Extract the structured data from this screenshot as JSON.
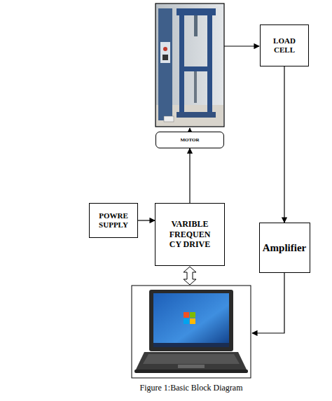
{
  "diagram": {
    "caption": "Figure 1:Basic Block Diagram",
    "nodes": [
      {
        "text": [
          "LOAD CELL"
        ]
      },
      {
        "text": [
          "MOTOR"
        ]
      },
      {
        "text": [
          "POWRE SUPPLY"
        ]
      },
      {
        "text": [
          "VARIBLE FREQUEN CY DRIVE"
        ]
      },
      {
        "text": [
          "Amplifier"
        ]
      }
    ],
    "edges": [
      {
        "from": 2,
        "to": 3,
        "arrow": "to"
      },
      {
        "from": 3,
        "to": 1,
        "arrow": "to"
      },
      {
        "from": 0,
        "to": 4,
        "arrow": "to"
      }
    ]
  }
}
